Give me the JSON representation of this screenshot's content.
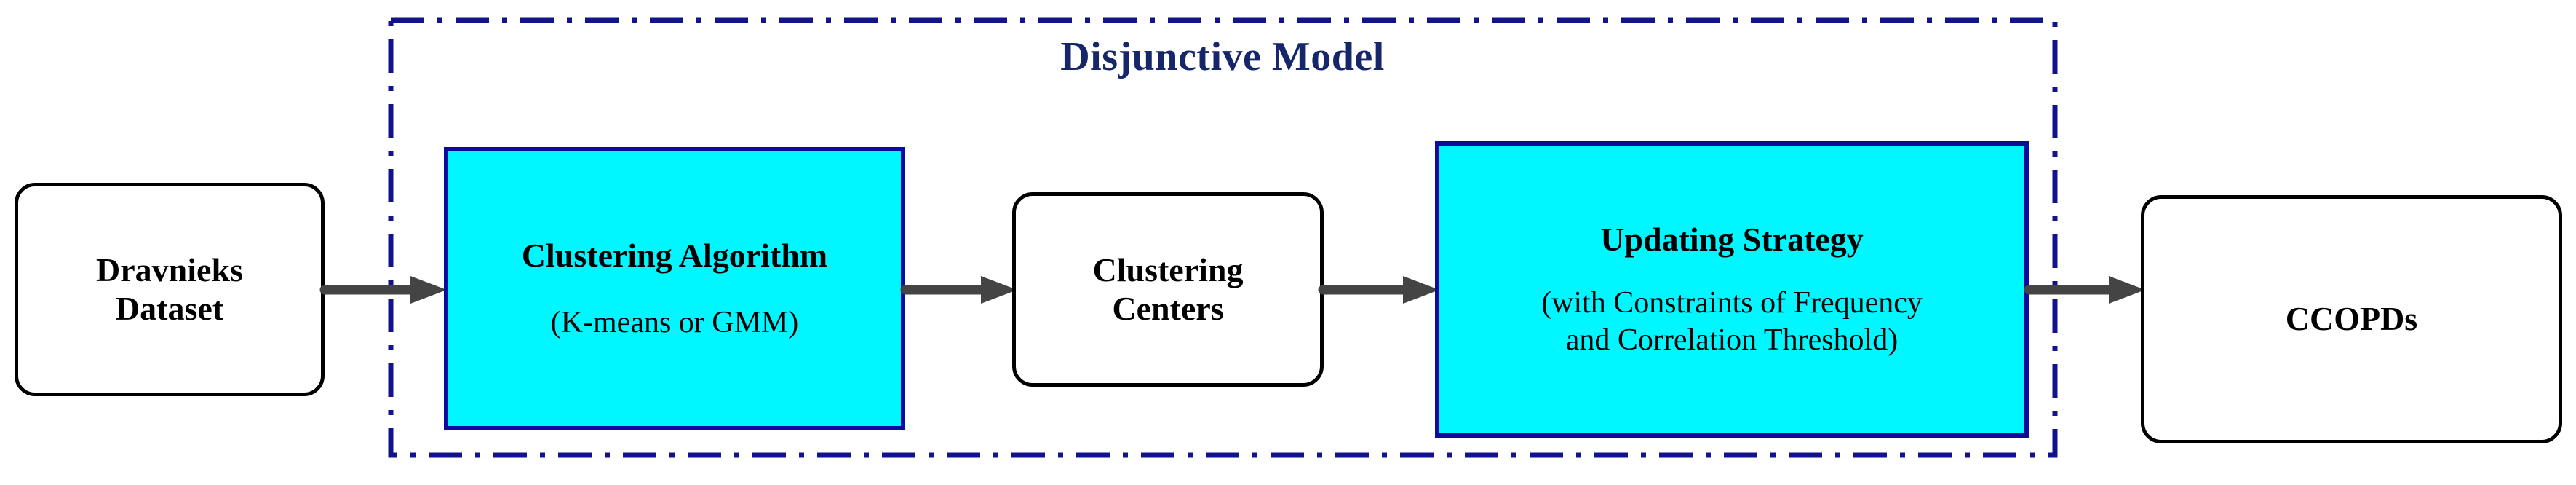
{
  "diagram": {
    "title": "Disjunctive Model",
    "container_border_color": "#11138c",
    "title_color": "#16266b",
    "accent_fill": "#00f7ff",
    "accent_border": "#0b0b9e",
    "arrow_color": "#444444",
    "node_border_color": "#000000"
  },
  "nodes": {
    "dravnieks": {
      "line1": "Dravnieks",
      "line2": "Dataset"
    },
    "clustering_algorithm": {
      "title": "Clustering Algorithm",
      "subtitle": "(K-means or GMM)"
    },
    "clustering_centers": {
      "line1": "Clustering",
      "line2": "Centers"
    },
    "updating_strategy": {
      "title": "Updating Strategy",
      "subtitle_line1": "(with Constraints of Frequency",
      "subtitle_line2": "and Correlation Threshold)"
    },
    "ccopds": {
      "label": "CCOPDs"
    }
  },
  "arrows": [
    {
      "name": "dravnieks-to-clustering-algorithm"
    },
    {
      "name": "clustering-algorithm-to-clustering-centers"
    },
    {
      "name": "clustering-centers-to-updating-strategy"
    },
    {
      "name": "updating-strategy-to-ccopds"
    }
  ]
}
